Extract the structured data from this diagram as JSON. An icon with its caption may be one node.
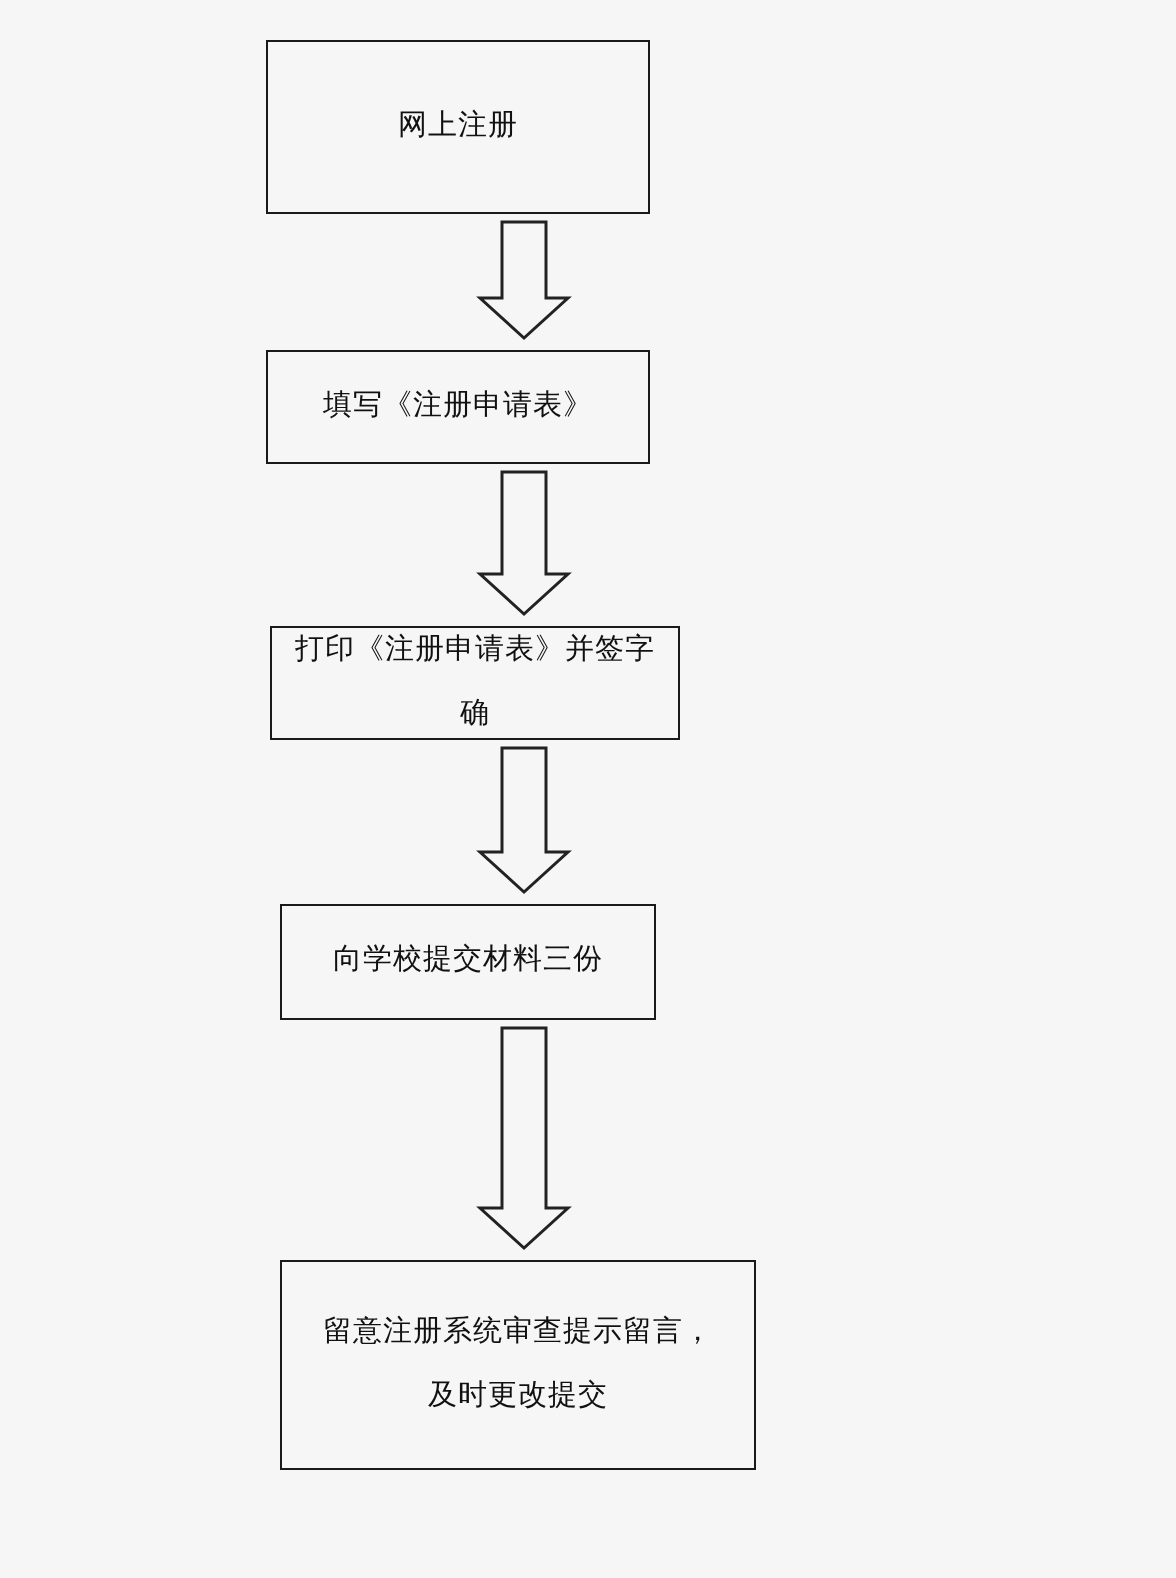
{
  "diagram": {
    "nodes": [
      {
        "text": [
          "网上注册"
        ]
      },
      {
        "text": [
          "填写《注册申请表》"
        ]
      },
      {
        "text": [
          "打印《注册申请表》并签字确"
        ]
      },
      {
        "text": [
          "向学校提交材料三份"
        ]
      },
      {
        "text": [
          "留意注册系统审查提示留言，及时更改提交"
        ]
      }
    ],
    "edges": [
      {
        "from": 0,
        "to": 1,
        "arrow": "to"
      },
      {
        "from": 1,
        "to": 2,
        "arrow": "to"
      },
      {
        "from": 2,
        "to": 3,
        "arrow": "to"
      },
      {
        "from": 3,
        "to": 4,
        "arrow": "to"
      }
    ]
  }
}
